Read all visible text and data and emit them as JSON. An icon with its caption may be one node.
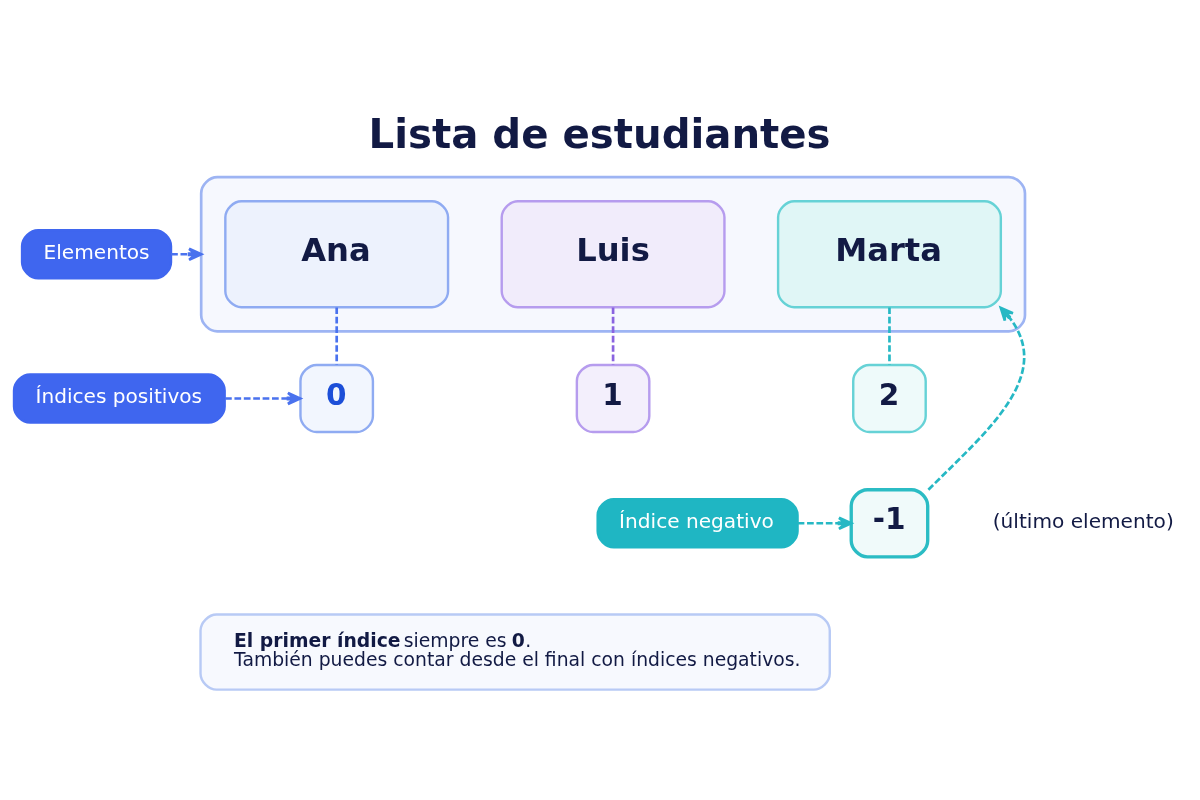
{
  "diagram": {
    "title": "Lista de estudiantes",
    "nodes": [
      {
        "text": [],
        "shape": "box"
      },
      {
        "text": [
          "Ana"
        ],
        "in": 0
      },
      {
        "text": [
          "Luis"
        ],
        "in": 0
      },
      {
        "text": [
          "Marta"
        ],
        "in": 0
      },
      {
        "text": [
          "Elementos"
        ]
      },
      {
        "text": [
          "Índices positivos"
        ]
      },
      {
        "text": [
          "0"
        ]
      },
      {
        "text": [
          "1"
        ]
      },
      {
        "text": [
          "2"
        ]
      },
      {
        "text": [
          "Índice negativo"
        ]
      },
      {
        "text": [
          "-1"
        ],
        "beside": [
          "(último elemento)"
        ]
      },
      {
        "text": [
          "**El primer índice** siempre es **0**.",
          "También puedes contar desde el final con índices negativos."
        ]
      }
    ],
    "edges": [
      {
        "from": 4,
        "to": 0,
        "arrow": "to",
        "style": "dashed"
      },
      {
        "from": 1,
        "to": 6,
        "arrow": "none",
        "style": "dashed"
      },
      {
        "from": 2,
        "to": 7,
        "arrow": "none",
        "style": "dashed",
        "color": "#8a63e0"
      },
      {
        "from": 3,
        "to": 8,
        "arrow": "none",
        "style": "dashed",
        "color": "#26b8c4"
      },
      {
        "from": 5,
        "to": 6,
        "arrow": "to",
        "style": "dashed"
      },
      {
        "from": 9,
        "to": 10,
        "arrow": "to",
        "style": "dashed",
        "color": "#26b8c4"
      },
      {
        "from": 10,
        "to": 3,
        "arrow": "to",
        "style": "dashed",
        "color": "#26b8c4"
      }
    ]
  }
}
